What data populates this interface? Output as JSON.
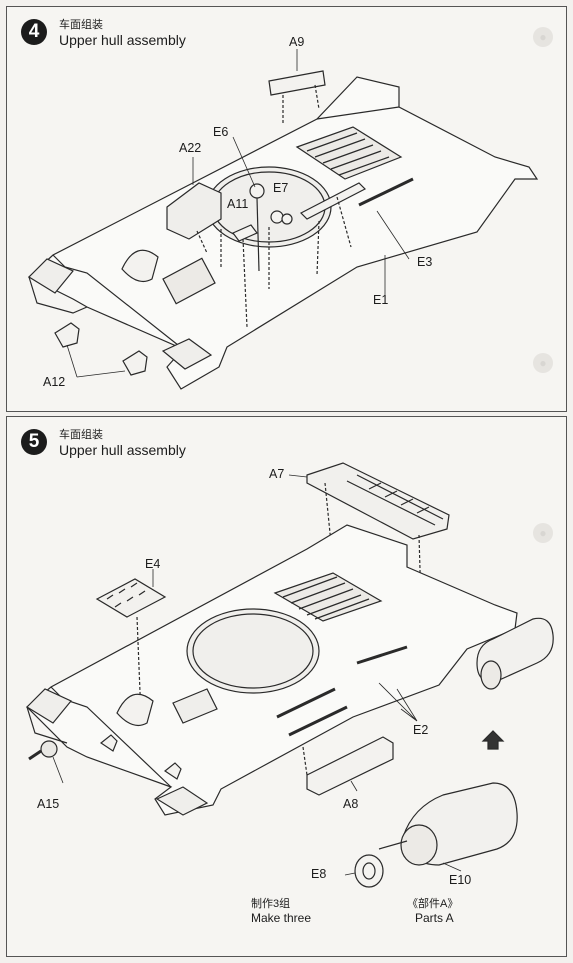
{
  "step4": {
    "number": "4",
    "title_cn": "车面组装",
    "title_en": "Upper hull assembly",
    "parts": [
      "A9",
      "A22",
      "E6",
      "E7",
      "A11",
      "E3",
      "E1",
      "A12"
    ]
  },
  "step5": {
    "number": "5",
    "title_cn": "车面组装",
    "title_en": "Upper hull assembly",
    "parts": [
      "A7",
      "E4",
      "E2",
      "A15",
      "A8",
      "E8",
      "E10"
    ],
    "note_left_cn": "制作3组",
    "note_left_en": "Make three",
    "note_right_cn": "《部件A》",
    "note_right_en": "Parts A"
  },
  "colors": {
    "line": "#2a2a2a",
    "panel": "#f6f5f2",
    "page": "#f3f1ee"
  }
}
